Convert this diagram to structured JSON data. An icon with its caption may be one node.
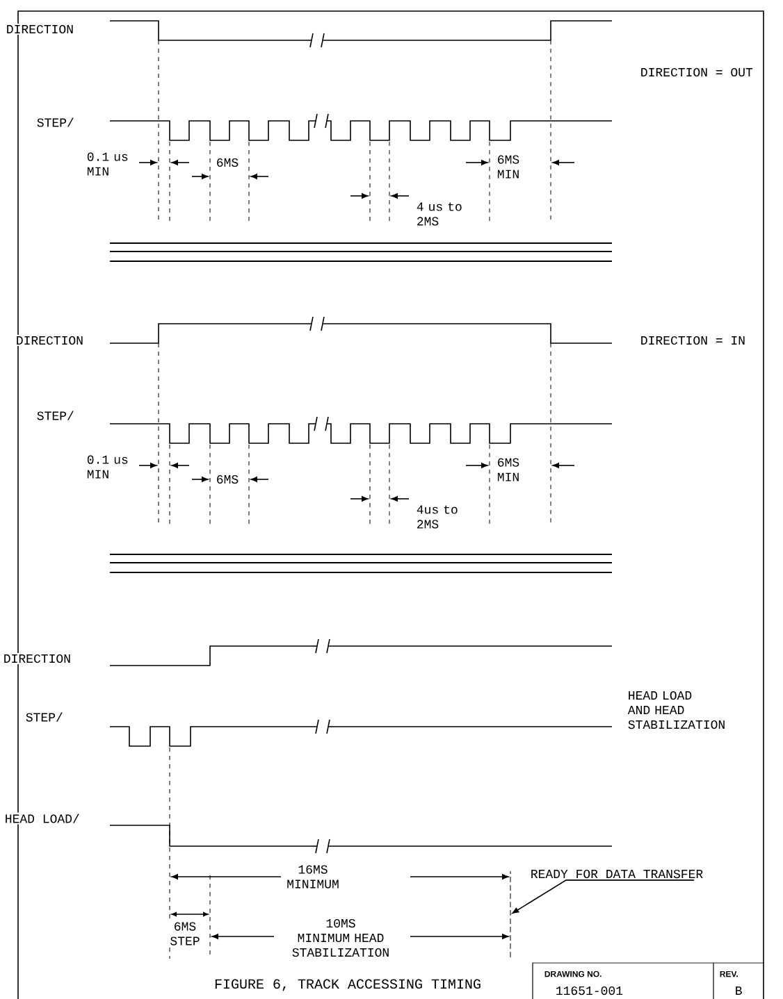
{
  "diagram": {
    "caption": "FIGURE 6, TRACK ACCESSING TIMING",
    "nodes": [
      {
        "text": [
          "READY FOR DATA TRANSFER"
        ]
      },
      {
        "text": [],
        "shape": "line"
      }
    ],
    "edges": [
      {
        "from": 0,
        "to": 1,
        "arrow": "to"
      }
    ],
    "labels": [
      "DIRECTION",
      "DIRECTION = OUT",
      "STEP/",
      "0.1 us MIN",
      "6MS",
      "6MS MIN",
      "4 us to 2MS",
      "DIRECTION",
      "DIRECTION = IN",
      "STEP/",
      "0.1 us MIN",
      "6MS",
      "6MS MIN",
      "4us to 2MS",
      "DIRECTION",
      "HEAD LOAD AND HEAD STABILIZATION",
      "STEP/",
      "HEAD LOAD/",
      "16MS MINIMUM",
      "6MS STEP",
      "10MS MINIMUM HEAD STABILIZATION",
      "DRAWING NO.",
      "REV.",
      "11651-001",
      "B"
    ]
  }
}
